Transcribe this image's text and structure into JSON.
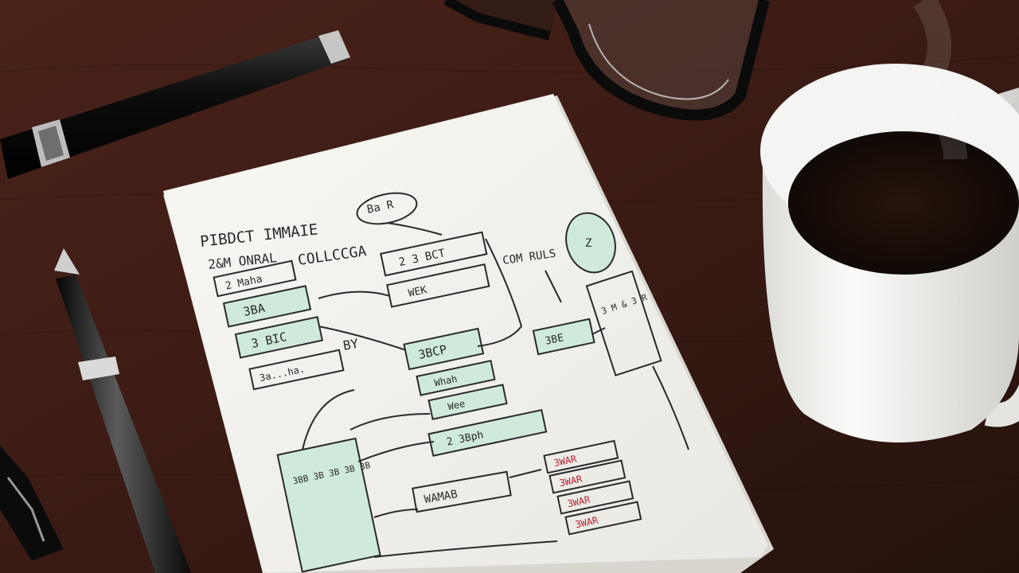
{
  "scene": {
    "description_free": true,
    "colors": {
      "desk": "#3a1c15",
      "paper": "#f3f2ee",
      "ink": "#2a2a2a",
      "highlight_green": "#bfe3c8",
      "ink_red": "#b3242c",
      "mug": "#f2f2f0",
      "coffee": "#1a0e08"
    }
  },
  "notepad": {
    "title_line1": "PIBDCT IMMAIE",
    "title_line2": "2&M ONRAL",
    "header_mid": "COLLCCGA",
    "top_bubble": "Ba R",
    "side_bubble": "Z",
    "side_label": "COM RULS",
    "left_boxes": [
      "2 Maha",
      "3BA",
      "3 BIC",
      "3a...ha."
    ],
    "center_boxes": [
      "2 3 BCT",
      "WEK",
      "3BCP",
      "Whah",
      "Wee",
      "2 3Bph"
    ],
    "right_box": "3BE",
    "right_list_box": "3 M & 3 R",
    "left_connector_label": "BY",
    "bottom_center_box": "WAMAB",
    "bottom_left_box": "3BB 3B 3B 3B 3B",
    "red_boxes": [
      "3WAR",
      "3WAR",
      "3WAR",
      "3WAR"
    ]
  }
}
